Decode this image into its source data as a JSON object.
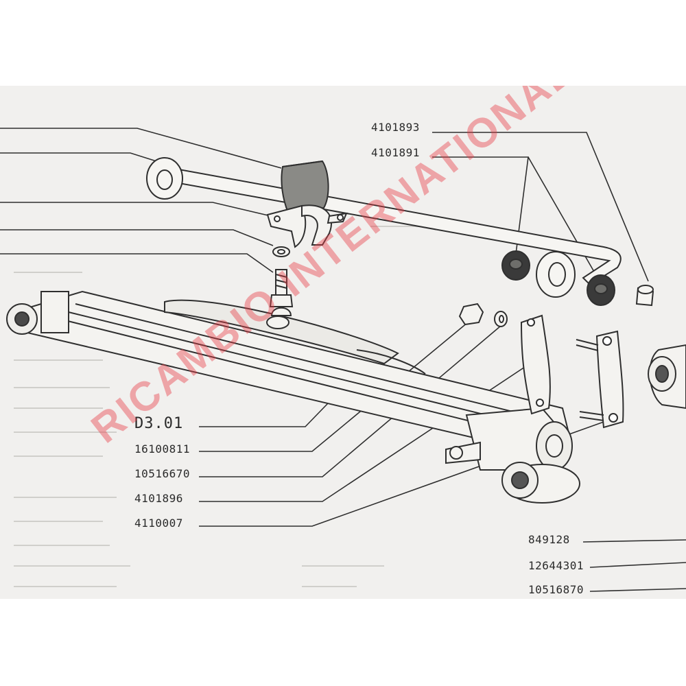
{
  "diagram": {
    "section_code": "D3.01",
    "part_numbers": {
      "top_1": "4101893",
      "top_2": "4101891",
      "left_1": "16100811",
      "left_2": "10516670",
      "left_3": "4101896",
      "left_4": "4110007",
      "right_1": "849128",
      "right_2": "12644301",
      "right_3": "10516870"
    }
  },
  "watermark": "RICAMBIO INTERNATIONAL",
  "colors": {
    "paper": "#f1f0ee",
    "ink": "#2a2a2a",
    "rubber": "#3a3a3a",
    "watermark": "#e83c46"
  }
}
